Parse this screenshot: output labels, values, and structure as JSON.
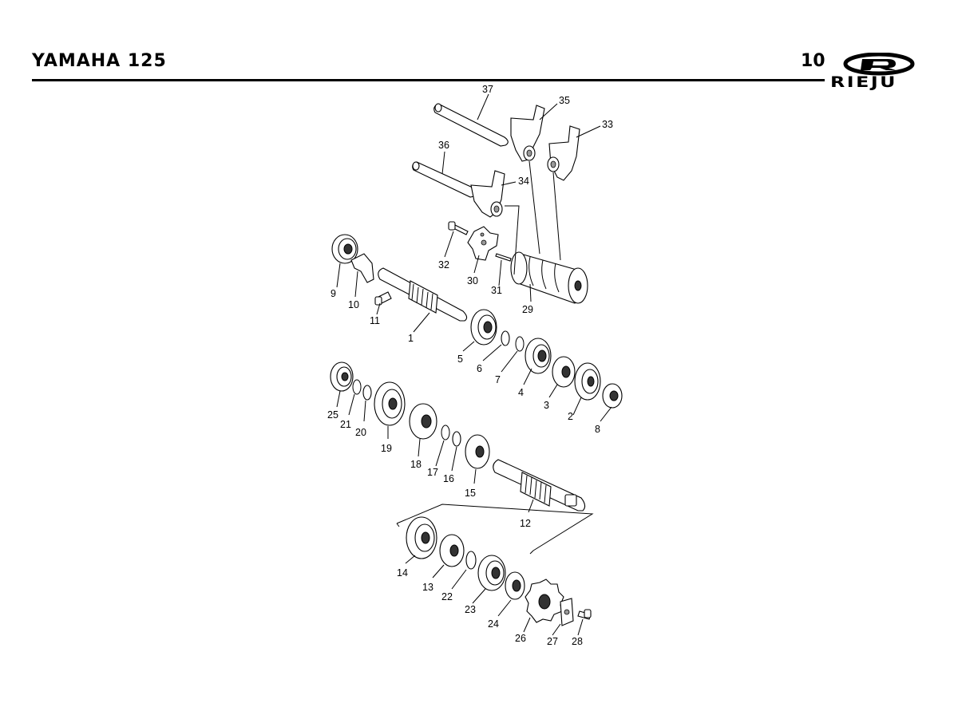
{
  "header": {
    "title": "YAMAHA 125",
    "page_number": "10"
  },
  "brand": {
    "logo_text": "RIEJU"
  },
  "callouts": [
    "37",
    "35",
    "33",
    "36",
    "34",
    "32",
    "30",
    "31",
    "29",
    "9",
    "10",
    "11",
    "1",
    "5",
    "6",
    "7",
    "4",
    "3",
    "2",
    "8",
    "25",
    "21",
    "20",
    "19",
    "18",
    "17",
    "16",
    "15",
    "12",
    "14",
    "13",
    "22",
    "23",
    "24",
    "26",
    "27",
    "28"
  ]
}
